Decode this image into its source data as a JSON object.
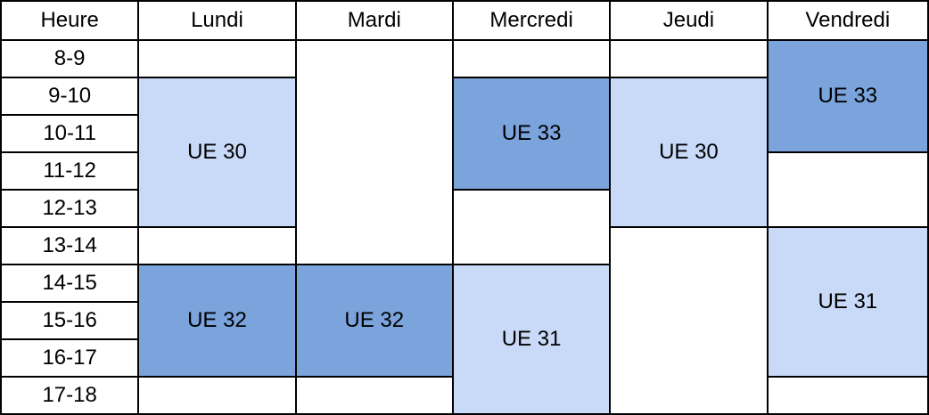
{
  "colors": {
    "light": "#c9daf8",
    "dark": "#7ba3dc",
    "empty": "#ffffff",
    "border": "#000000"
  },
  "header": {
    "hour": "Heure",
    "days": [
      "Lundi",
      "Mardi",
      "Mercredi",
      "Jeudi",
      "Vendredi"
    ]
  },
  "hours": [
    "8-9",
    "9-10",
    "10-11",
    "11-12",
    "12-13",
    "13-14",
    "14-15",
    "15-16",
    "16-17",
    "17-18"
  ],
  "courses": {
    "lundi_morning": "UE 30",
    "lundi_afternoon": "UE 32",
    "mardi_afternoon": "UE 32",
    "mercredi_morning": "UE 33",
    "mercredi_afternoon": "UE 31",
    "jeudi_morning": "UE 30",
    "vendredi_morning": "UE 33",
    "vendredi_afternoon": "UE 31"
  }
}
